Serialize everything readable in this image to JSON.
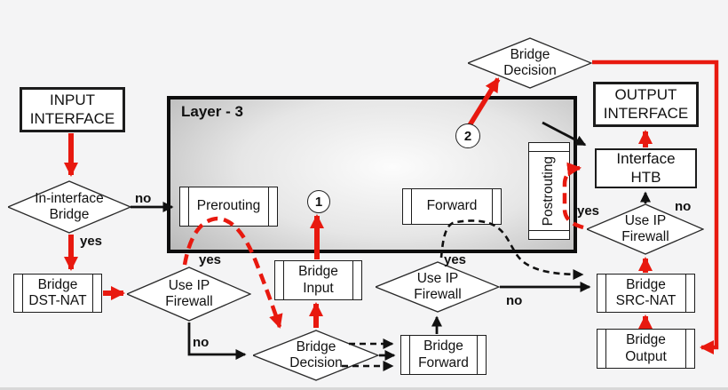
{
  "colors": {
    "accent_red": "#e8190f",
    "line_black": "#111111",
    "canvas_bg": "#f4f4f5",
    "layer3_edge_gray": "#9c9c9c"
  },
  "layer3": {
    "title": "Layer - 3"
  },
  "nodes": {
    "input_interface": {
      "label": "INPUT\nINTERFACE"
    },
    "output_interface": {
      "label": "OUTPUT\nINTERFACE"
    },
    "interface_htb": {
      "label": "Interface\nHTB"
    },
    "prerouting": {
      "label": "Prerouting"
    },
    "forward": {
      "label": "Forward"
    },
    "postrouting": {
      "label": "Postrouting"
    },
    "bridge_decision_top": {
      "label": "Bridge\nDecision"
    },
    "in_interface_bridge": {
      "label": "In-interface\nBridge"
    },
    "bridge_dst_nat": {
      "label": "Bridge\nDST-NAT"
    },
    "use_ip_firewall_left": {
      "label": "Use IP\nFirewall"
    },
    "bridge_input": {
      "label": "Bridge\nInput"
    },
    "bridge_decision_bottom": {
      "label": "Bridge\nDecision"
    },
    "bridge_forward": {
      "label": "Bridge\nForward"
    },
    "use_ip_firewall_mid": {
      "label": "Use IP\nFirewall"
    },
    "bridge_src_nat": {
      "label": "Bridge\nSRC-NAT"
    },
    "bridge_output": {
      "label": "Bridge\nOutput"
    },
    "use_ip_firewall_right": {
      "label": "Use IP\nFirewall"
    }
  },
  "markers": {
    "one": "1",
    "two": "2"
  },
  "edge_labels": {
    "in_interface_no": "no",
    "in_interface_yes": "yes",
    "fw_left_yes": "yes",
    "fw_left_no": "no",
    "fw_mid_yes": "yes",
    "fw_mid_no": "no",
    "fw_right_yes": "yes",
    "fw_right_no": "no"
  }
}
